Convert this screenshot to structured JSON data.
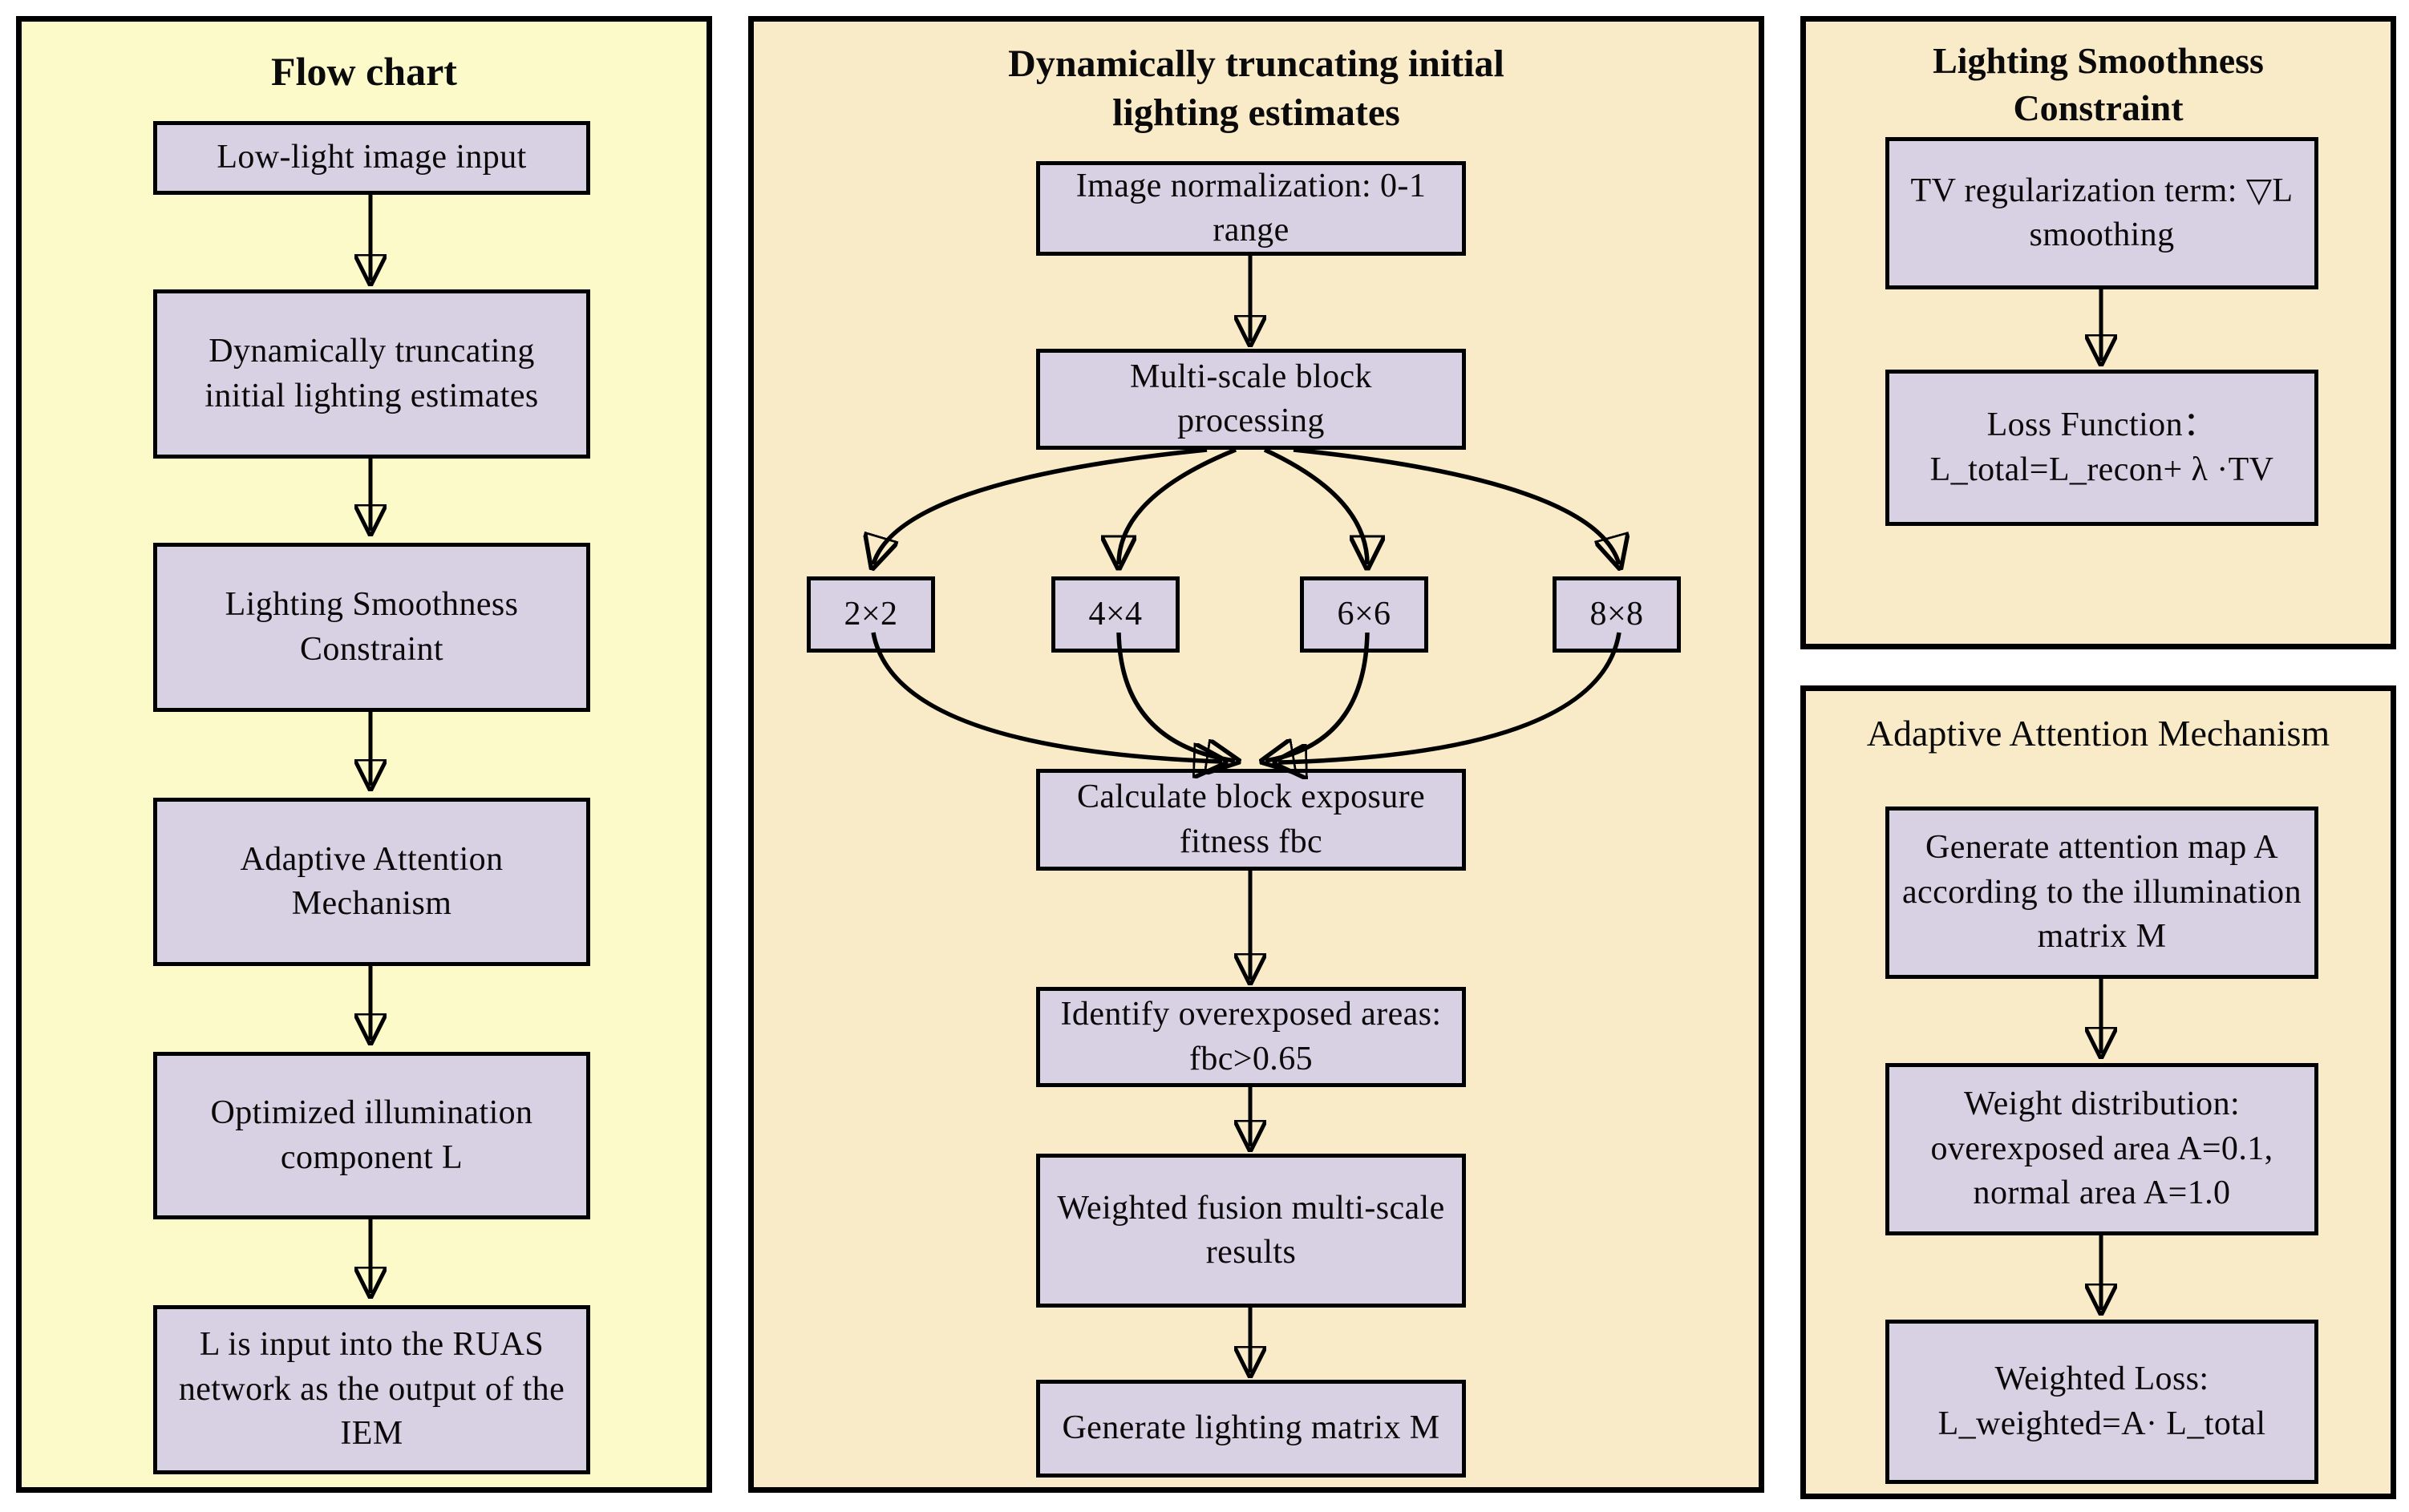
{
  "colors": {
    "panel_yellow": "#FBFAC8",
    "panel_cream": "#FAEBC8",
    "box_fill": "#D8D0E3",
    "border": "#000000",
    "arrow": "#000000"
  },
  "panels": {
    "flow": {
      "title": "Flow chart",
      "boxes": [
        "Low-light image input",
        "Dynamically truncating initial lighting estimates",
        "Lighting Smoothness Constraint",
        "Adaptive Attention Mechanism",
        "Optimized illumination component L",
        "L is input into the RUAS network as the output of the IEM"
      ]
    },
    "truncating": {
      "title": "Dynamically truncating initial lighting estimates",
      "boxes": {
        "normalize": "Image normalization: 0-1 range",
        "multiscale": "Multi-scale block processing",
        "fitness": "Calculate block exposure fitness fbc",
        "identify": "Identify overexposed areas: fbc>0.65",
        "fusion": "Weighted fusion multi-scale results",
        "matrix": "Generate lighting matrix M"
      },
      "scales": [
        "2×2",
        "4×4",
        "6×6",
        "8×8"
      ]
    },
    "smoothness": {
      "title": "Lighting Smoothness Constraint",
      "boxes": {
        "tv": "TV regularization term: ▽L smoothing",
        "loss": "Loss Function： L_total=L_recon+ λ ·TV"
      }
    },
    "attention": {
      "title": "Adaptive Attention Mechanism",
      "boxes": {
        "generate": "Generate attention map A according to the illumination matrix M",
        "weights": "Weight distribution: overexposed area A=0.1, normal area A=1.0",
        "loss": "Weighted Loss: L_weighted=A· L_total"
      }
    }
  }
}
